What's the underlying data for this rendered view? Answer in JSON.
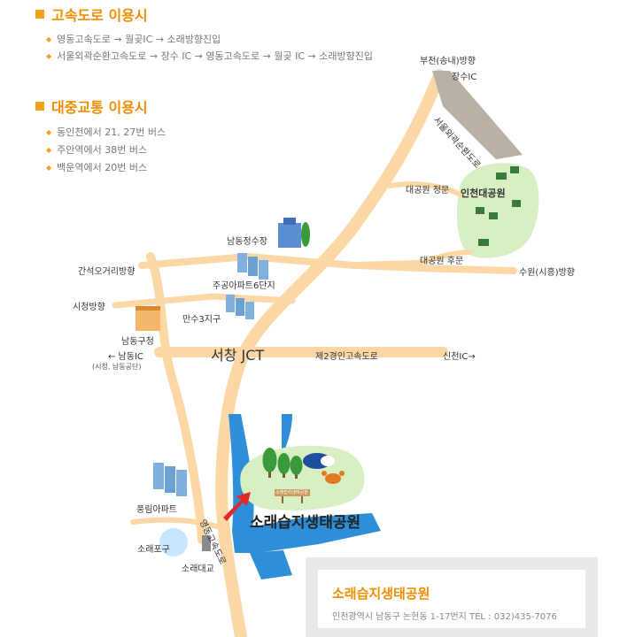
{
  "highway": {
    "title": "고속도로 이용시",
    "routes": [
      "영동고속도로 → 월곶IC → 소래방향진입",
      "서울외곽순환고속도로 → 장수 IC → 영동고속도로 → 월곶 IC → 소래방향진입"
    ]
  },
  "transit": {
    "title": "대중교통 이용시",
    "routes": [
      "동인천에서 21, 27번 버스",
      "주안역에서 38번 버스",
      "백운역에서 20번 버스"
    ]
  },
  "map": {
    "labels": {
      "bucheon": "부천(송내)방향",
      "jangsu_ic": "장수IC",
      "seoul_ring": "서울외곽순환도로",
      "park_front_gate": "대공원 정문",
      "incheon_park": "인천대공원",
      "park_back_gate": "대공원 후문",
      "suwon": "수원(시흥)방향",
      "gansuk": "간석오거리방향",
      "namdong_water": "남동정수장",
      "jugong_apt": "주공아파트6단지",
      "city_hall_dir": "시청방향",
      "mansu": "만수3지구",
      "namdong_office": "남동구청",
      "seochang_jct": "서창 JCT",
      "second_gyeongin": "제2경인고속도로",
      "sincheon_ic": "신천IC→",
      "namdong_ic": "← 남동IC",
      "namdong_ic_sub": "(시청, 남동공단)",
      "pungrim_apt": "풍림아파트",
      "sorae_port": "소래포구",
      "sorae_bridge": "소래대교",
      "yeongdong_road": "영동고속도로",
      "sorae_park_big": "소래습지생태공원",
      "park_sign": "소래습지생태공원"
    },
    "colors": {
      "road": "#fbd7a6",
      "water": "#2e8fd8",
      "park_green": "#d7efc2",
      "arrow": "#e02a2a",
      "ring_road": "#b0a898"
    }
  },
  "info": {
    "title": "소래습지생태공원",
    "address": "인천광역시 남동구 논현동 1-17번지 TEL : 032)435-7076"
  }
}
